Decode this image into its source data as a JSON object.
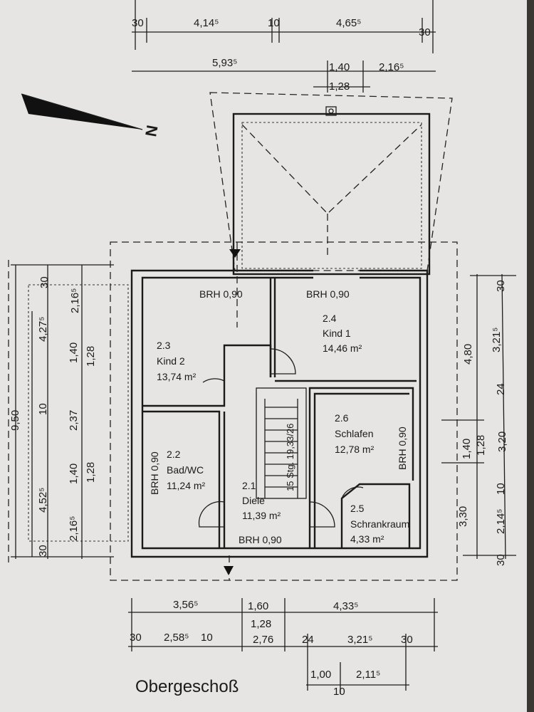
{
  "title": "Obergeschoß",
  "north_label": "N",
  "dims_top": {
    "a": "30",
    "b": "4,14⁵",
    "c": "10",
    "d": "4,65⁵",
    "e": "30",
    "f": "5,93⁵",
    "g": "1,40",
    "h": "2,16⁵",
    "i": "1,28"
  },
  "dims_bottom": {
    "a": "3,56⁵",
    "b": "1,60",
    "c": "4,33⁵",
    "d": "1,28",
    "e": "30",
    "f": "2,58⁵",
    "g": "10",
    "h": "2,76",
    "i": "24",
    "j": "3,21⁵",
    "k": "30",
    "l": "1,00",
    "m": "2,11⁵",
    "n": "10"
  },
  "dims_left": {
    "total": "9,50",
    "a": "30",
    "b": "2,16⁵",
    "c": "4,27⁵",
    "d": "1,40",
    "e": "1,28",
    "f": "10",
    "g": "2,37",
    "h": "4,52⁵",
    "i": "1,40",
    "j": "1,28",
    "k": "2,16⁵",
    "l": "30"
  },
  "dims_right": {
    "a": "30",
    "b": "4,80",
    "c": "3,21⁵",
    "d": "24",
    "e": "1,40",
    "f": "1,28",
    "g": "3,20",
    "h": "10",
    "i": "3,30",
    "j": "2,14⁵",
    "k": "30"
  },
  "rooms": [
    {
      "no": "2.3",
      "name": "Kind 2",
      "area": "13,74 m²",
      "brh": "BRH 0,90"
    },
    {
      "no": "2.4",
      "name": "Kind 1",
      "area": "14,46 m²",
      "brh": "BRH 0,90"
    },
    {
      "no": "2.2",
      "name": "Bad/WC",
      "area": "11,24 m²",
      "brh": "BRH 0,90"
    },
    {
      "no": "2.1",
      "name": "Diele",
      "area": "11,39 m²",
      "brh": "BRH 0,90"
    },
    {
      "no": "2.6",
      "name": "Schlafen",
      "area": "12,78 m²",
      "brh": "BRH 0,90"
    },
    {
      "no": "2.5",
      "name": "Schrankraum",
      "area": "4,33 m²"
    }
  ],
  "stairs": "15 Stg. 19,33/26"
}
